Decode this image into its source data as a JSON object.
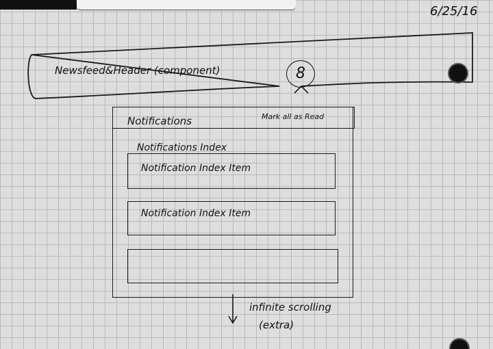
{
  "date": "6/25/16",
  "header": {
    "label": "Newsfeed&Header (component)",
    "avatar_glyph": "8"
  },
  "dropdown": {
    "title": "Notifications",
    "mark_all": "Mark all as Read",
    "index_title": "Notifications Index",
    "items": [
      "Notification Index Item",
      "Notification Index Item",
      ""
    ]
  },
  "scroll_note": {
    "line1": "infinite scrolling",
    "line2": "(extra)"
  },
  "colors": {
    "ink": "#111111",
    "paper": "#dedede",
    "grid": "#b9b9b9"
  }
}
